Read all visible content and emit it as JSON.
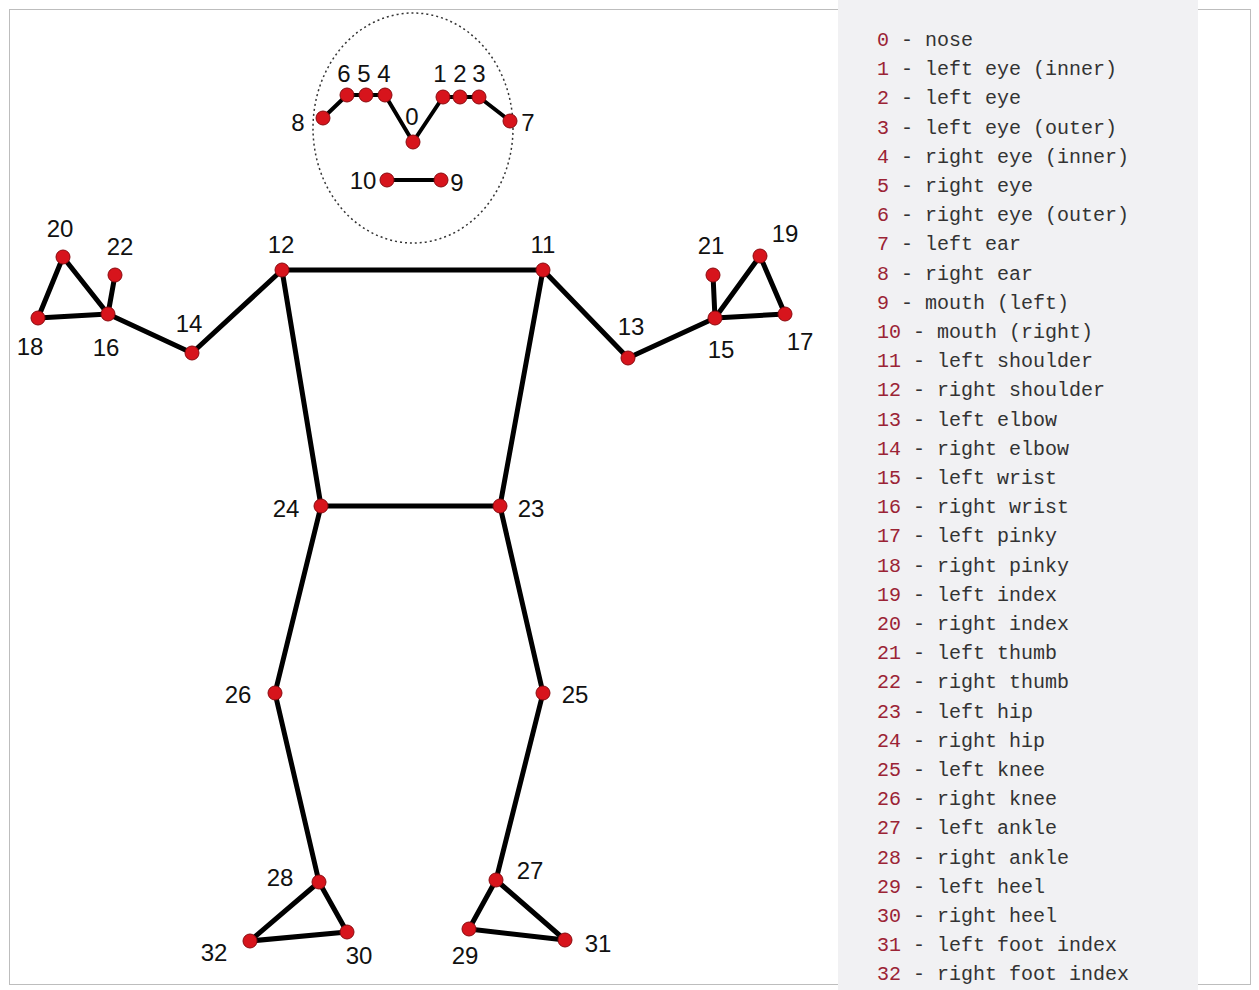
{
  "diagram": {
    "nodes": [
      {
        "text": [
          "0 - nose",
          "1 - left eye (inner)",
          "2 - left eye",
          "3 - left eye (outer)",
          "4 - right eye (inner)",
          "5 - right eye",
          "6 - right eye (outer)",
          "7 - left ear",
          "8 - right ear",
          "9 - mouth (left)",
          "10 - mouth (right)",
          "11 - left shoulder",
          "12 - right shoulder",
          "13 - left elbow",
          "14 - right elbow",
          "15 - left wrist",
          "16 - right wrist",
          "17 - left pinky",
          "18 - right pinky",
          "19 - left index",
          "20 - right index",
          "21 - left thumb",
          "22 - right thumb",
          "23 - left hip",
          "24 - right hip",
          "25 - left knee",
          "26 - right knee",
          "27 - left ankle",
          "28 - right ankle",
          "29 - left heel",
          "30 - right heel",
          "31 - left foot index",
          "32 - right foot index"
        ]
      }
    ],
    "labels": [
      "6",
      "5",
      "4",
      "1",
      "2",
      "3",
      "8",
      "0",
      "7",
      "10",
      "9",
      "20",
      "22",
      "12",
      "11",
      "21",
      "19",
      "18",
      "16",
      "14",
      "13",
      "15",
      "17",
      "24",
      "23",
      "26",
      "25",
      "28",
      "27",
      "32",
      "30",
      "29",
      "31"
    ]
  }
}
